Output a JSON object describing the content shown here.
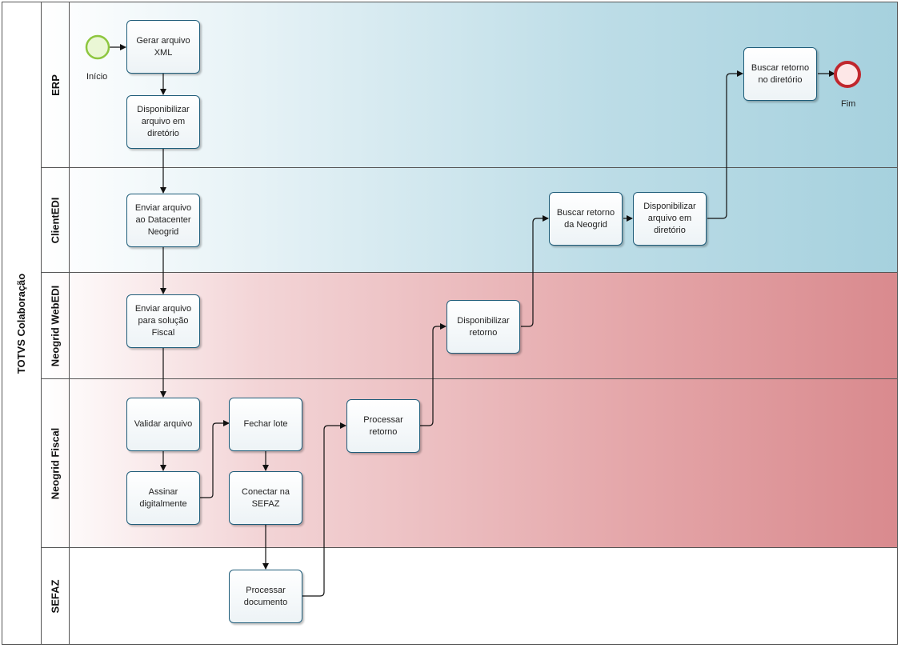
{
  "pool": {
    "title": "TOTVS Colaboração"
  },
  "lanes": [
    {
      "label": "ERP",
      "theme": "blue"
    },
    {
      "label": "ClientEDI",
      "theme": "blue"
    },
    {
      "label": "Neogrid WebEDI",
      "theme": "red"
    },
    {
      "label": "Neogrid Fiscal",
      "theme": "red"
    },
    {
      "label": "SEFAZ",
      "theme": "white"
    }
  ],
  "events": {
    "start": {
      "label": "Início",
      "color": "#8dc63f"
    },
    "end": {
      "label": "Fim",
      "color": "#c0272d"
    }
  },
  "tasks": {
    "gerar_xml": "Gerar arquivo XML",
    "disp_arquivo": "Disponibilizar arquivo em diretório",
    "enviar_datacenter": "Enviar arquivo ao Datacenter Neogrid",
    "enviar_fiscal": "Enviar arquivo para solução Fiscal",
    "validar": "Validar arquivo",
    "assinar": "Assinar digitalmente",
    "fechar_lote": "Fechar lote",
    "conectar_sefaz": "Conectar na SEFAZ",
    "processar_doc": "Processar documento",
    "processar_retorno": "Processar retorno",
    "disp_retorno": "Disponibilizar retorno",
    "buscar_neogrid": "Buscar retorno da Neogrid",
    "disp_arquivo2": "Disponibilizar arquivo em diretório",
    "buscar_diretorio": "Buscar retorno no diretório"
  },
  "colors": {
    "task_border": "#1f5d7a",
    "lane_blue": "#a6d1de",
    "lane_red": "#d98a8e"
  }
}
